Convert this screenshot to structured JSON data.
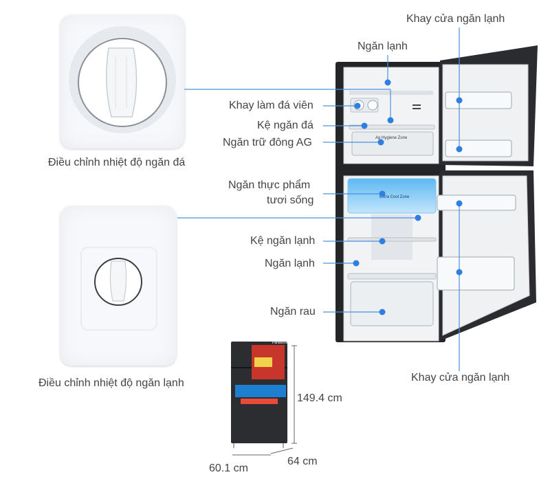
{
  "controls": {
    "freezer_dial_caption": "Điều chỉnh nhiệt độ ngăn đá",
    "fridge_dial_caption": "Điều chỉnh nhiệt độ ngăn lạnh"
  },
  "callouts": {
    "freezer_door_tray": "Khay cửa ngăn lạnh",
    "fridge_top": "Ngăn lạnh",
    "ice_tray": "Khay làm đá viên",
    "freezer_shelf": "Kệ ngăn đá",
    "ag_freezer_drawer": "Ngăn trữ đông AG",
    "fresh_food_line1": "Ngăn thực phẩm",
    "fresh_food_line2": "tươi sống",
    "fridge_shelf": "Kệ ngăn lạnh",
    "fridge_compartment": "Ngăn lạnh",
    "vegetable_drawer": "Ngăn rau",
    "fridge_door_tray": "Khay cửa ngăn lạnh"
  },
  "fridge_prints": {
    "ag_zone": "Ag Hygiene Zone",
    "extra_cool_zone": "Extra Cool Zone",
    "brand": "Panasonic"
  },
  "dimensions": {
    "height": "149.4 cm",
    "depth": "64 cm",
    "width": "60.1 cm"
  },
  "colors": {
    "callout_dot": "#2f7fe0",
    "callout_line": "#4a90e2",
    "fridge_body": "#222426"
  }
}
